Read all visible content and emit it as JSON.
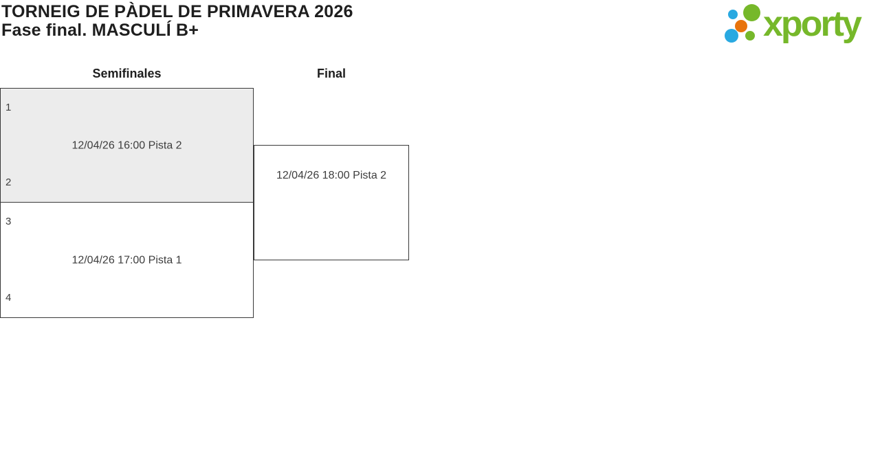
{
  "header": {
    "title_line1": "TORNEIG DE PÀDEL DE PRIMAVERA 2026",
    "title_line2": "Fase final. MASCULÍ B+"
  },
  "logo": {
    "text": "xporty",
    "colors": {
      "green": "#76b82a",
      "blue": "#29a9e1",
      "orange": "#e8740c"
    }
  },
  "bracket": {
    "rounds": [
      {
        "label": "Semifinales"
      },
      {
        "label": "Final"
      }
    ],
    "matches": [
      {
        "round": "Semifinales",
        "slot_top": "1",
        "slot_bottom": "2",
        "schedule": "12/04/26 16:00 Pista 2",
        "highlighted": true
      },
      {
        "round": "Semifinales",
        "slot_top": "3",
        "slot_bottom": "4",
        "schedule": "12/04/26 17:00 Pista 1",
        "highlighted": false
      },
      {
        "round": "Final",
        "schedule": "12/04/26 18:00 Pista 2",
        "highlighted": false
      }
    ],
    "colors": {
      "border": "#383838",
      "highlight_bg": "#ececec",
      "text": "#3d3d3d"
    }
  }
}
